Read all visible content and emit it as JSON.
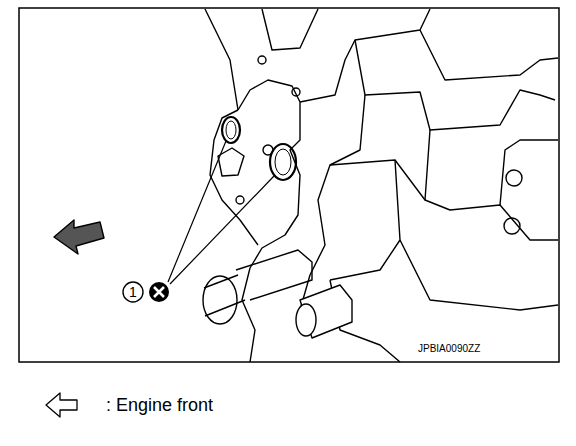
{
  "diagram": {
    "labels": [
      "1",
      "JPBIA0090ZZ"
    ],
    "legend": [
      {
        "text": ": Engine front"
      }
    ]
  }
}
